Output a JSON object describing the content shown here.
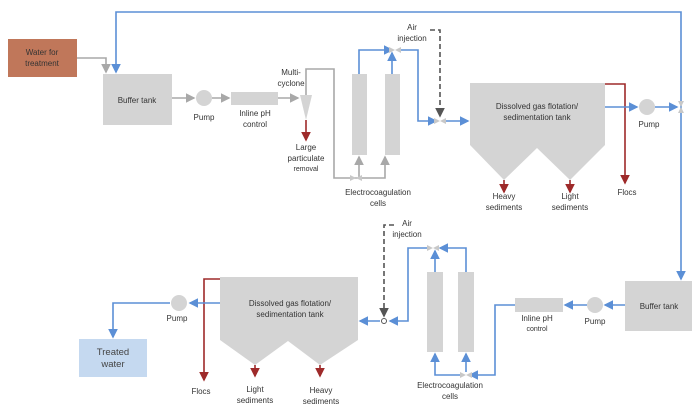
{
  "colors": {
    "flow": "#5b8fd6",
    "feed": "#a8a8a8",
    "waste": "#9e2a2a",
    "air": "#555555",
    "unit": "#d4d4d4",
    "source": "#c0775a",
    "product": "#c5d9f0"
  },
  "stage1": {
    "source": [
      "Water for",
      "treatment"
    ],
    "buffer": "Buffer tank",
    "pump": "Pump",
    "ph": [
      "Inline pH",
      "control"
    ],
    "cyclone": [
      "Multi-",
      "cyclone"
    ],
    "particulate": [
      "Large",
      "particulate",
      "removal"
    ],
    "ec": [
      "Electrocoagulation",
      "cells"
    ],
    "air": [
      "Air",
      "injection"
    ],
    "dgf": [
      "Dissolved gas flotation/",
      "sedimentation tank"
    ],
    "heavy": [
      "Heavy",
      "sediments"
    ],
    "light": [
      "Light",
      "sediments"
    ],
    "flocs": "Flocs",
    "pump2": "Pump"
  },
  "stage2": {
    "buffer": "Buffer tank",
    "pump": "Pump",
    "ph": [
      "Inline pH",
      "control"
    ],
    "ec": [
      "Electrocoagulation",
      "cells"
    ],
    "air": [
      "Air",
      "injection"
    ],
    "dgf": [
      "Dissolved gas flotation/",
      "sedimentation tank"
    ],
    "light": [
      "Light",
      "sediments"
    ],
    "heavy": [
      "Heavy",
      "sediments"
    ],
    "flocs": "Flocs",
    "pump2": "Pump",
    "product": [
      "Treated",
      "water"
    ]
  }
}
